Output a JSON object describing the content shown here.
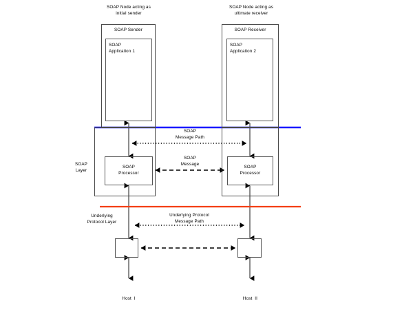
{
  "diagram": {
    "title_left": "SOAP Node acting as\ninitial sender",
    "title_right": "SOAP Node acting as\nultimate receiver",
    "nodes": {
      "left_node_label": "SOAP Sender",
      "right_node_label": "SOAP Receiver",
      "left_app_label": "SOAP\nApplication 1",
      "right_app_label": "SOAP\nApplication 2",
      "left_processor_label": "SOAP\nProcessor",
      "right_processor_label": "SOAP\nProcessor",
      "left_transport_label": "",
      "right_transport_label": ""
    },
    "layers": {
      "soap_layer_label": "SOAP\nLayer",
      "underlying_protocol_layer_label": "Underlying\nProtocol Layer"
    },
    "paths": {
      "soap_message_path_label": "SOAP\nMessage Path",
      "soap_message_label": "SOAP\nMessage",
      "underlying_protocol_message_path_label": "Underlying Protocol\nMessage Path"
    },
    "hosts": {
      "left_host_label": "Host  I",
      "right_host_label": "Host  II"
    },
    "colors": {
      "soap_boundary_line": "#1a1aff",
      "underlying_boundary_line": "#f43f14",
      "box_stroke": "#444444",
      "arrow_solid": "#7f7f7f",
      "arrow_head": "#000000",
      "text": "#000000"
    }
  }
}
